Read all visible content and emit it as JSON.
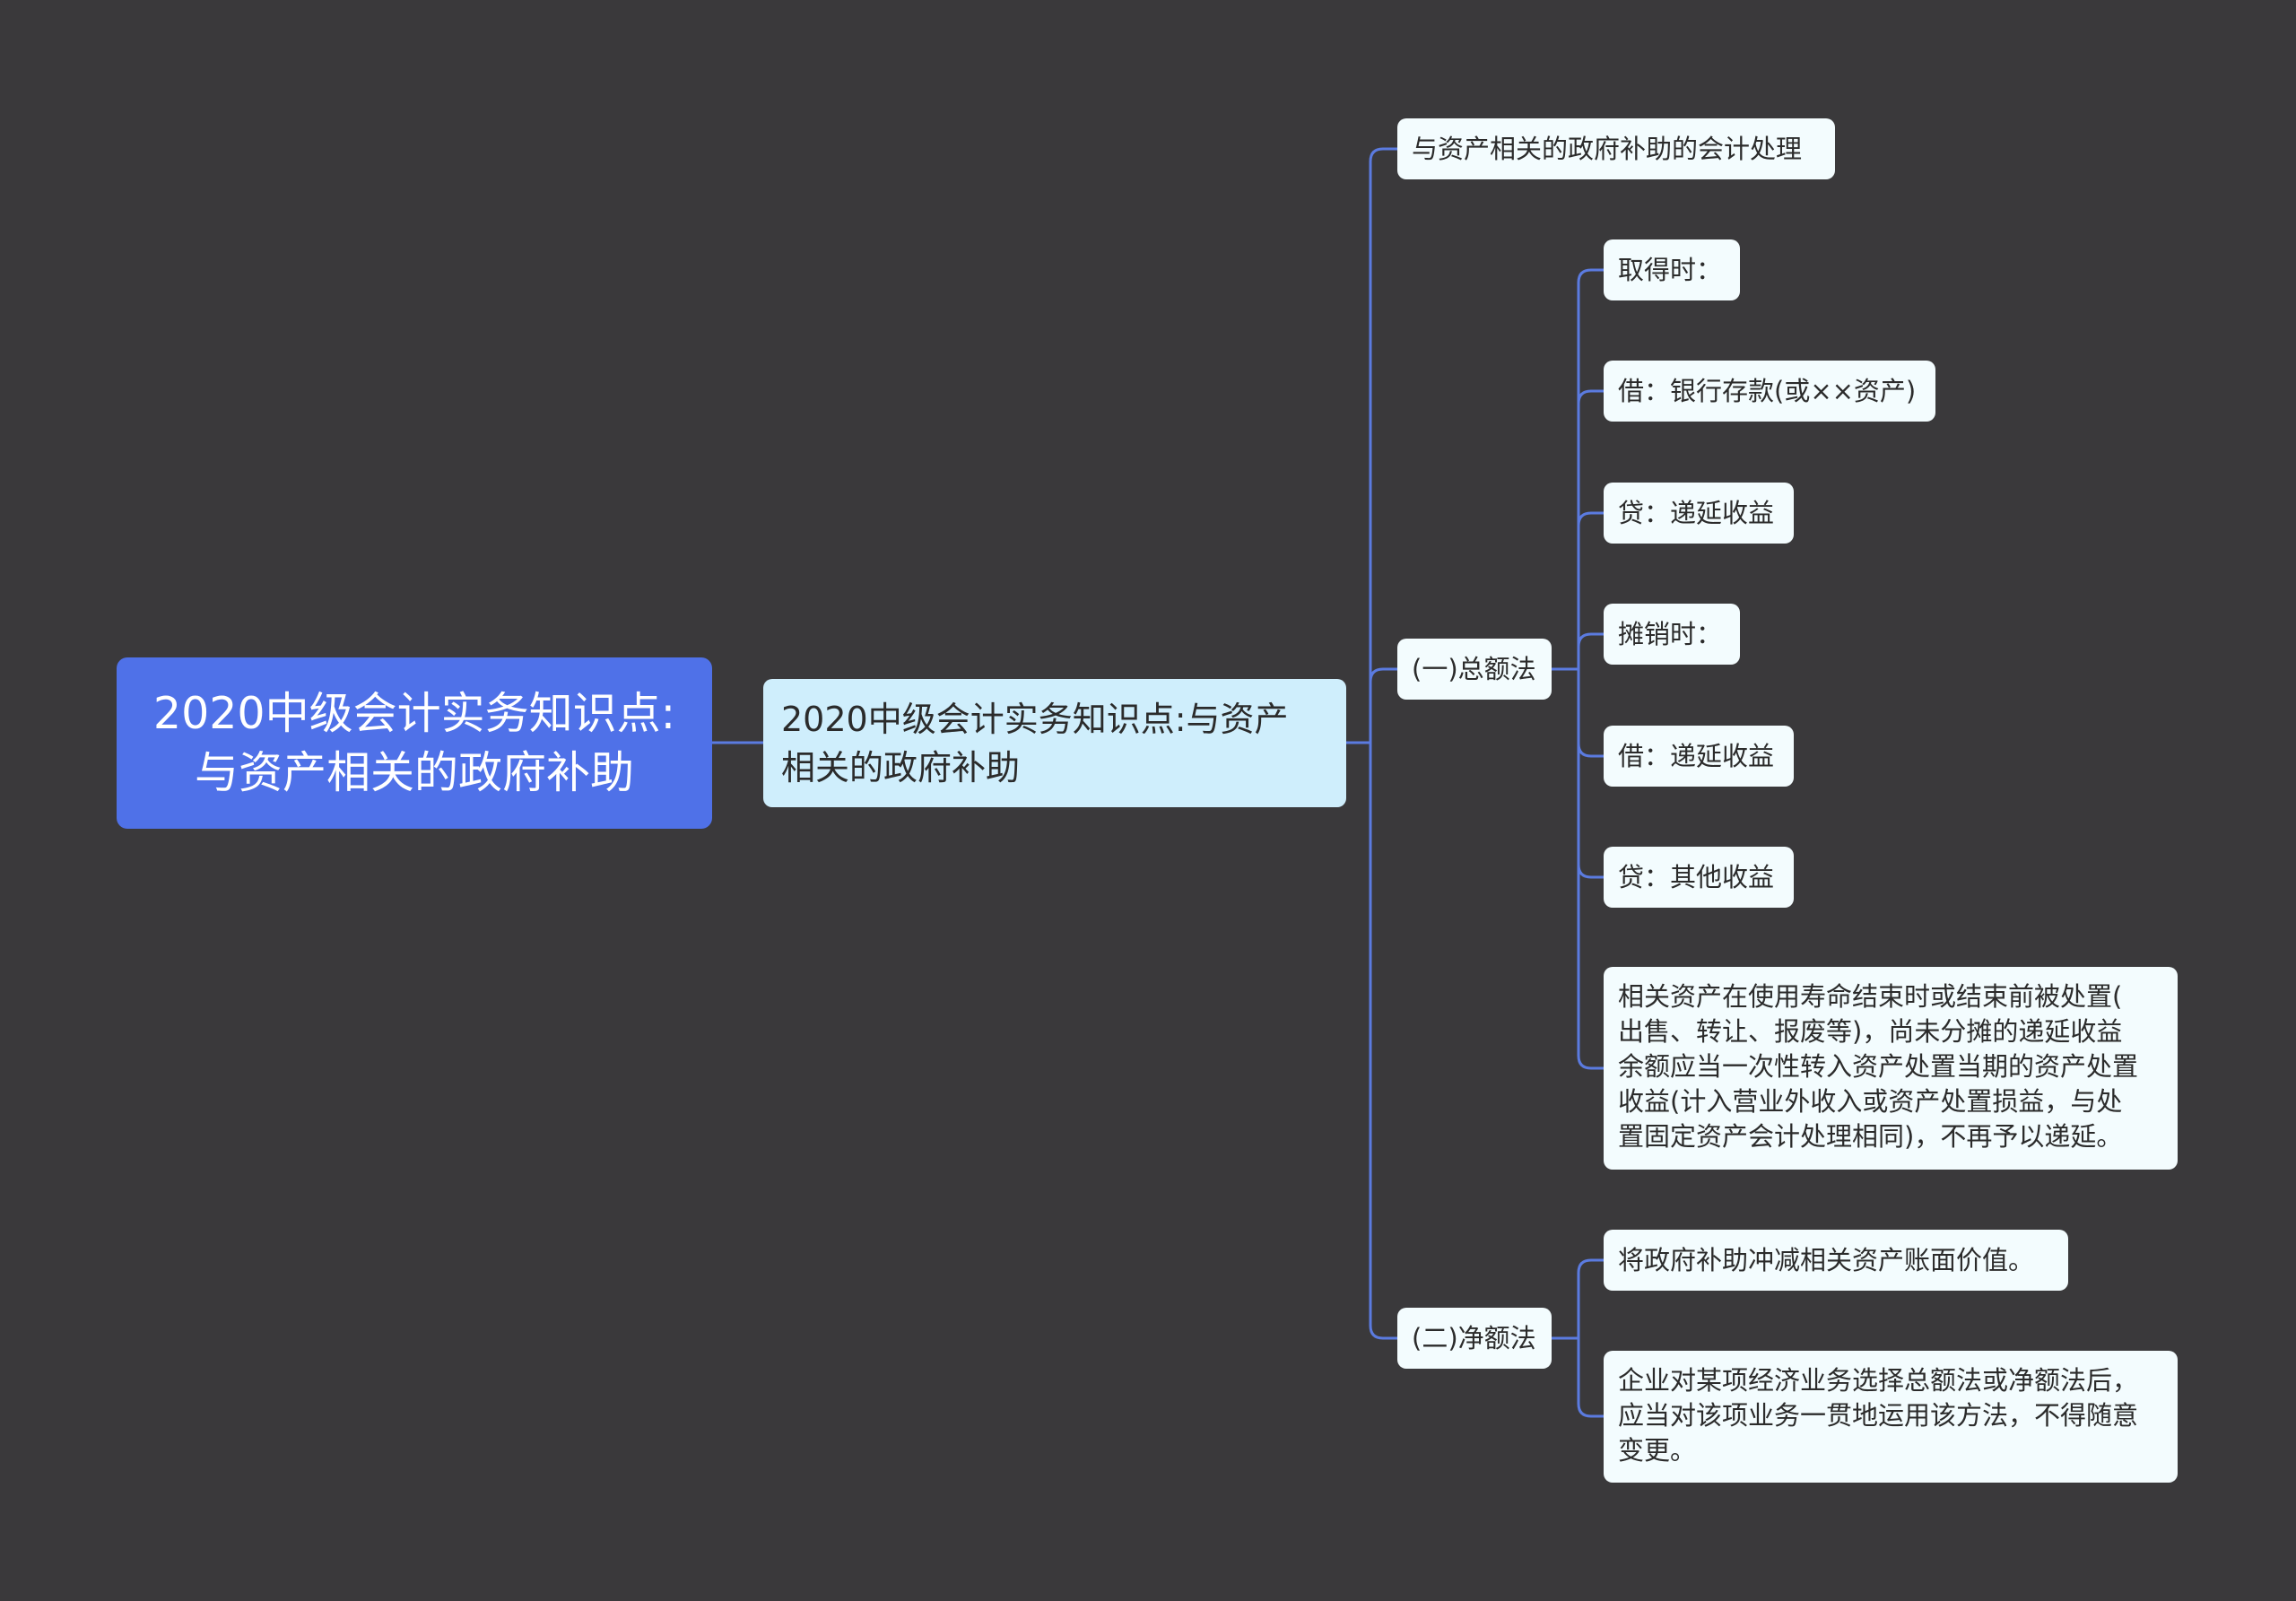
{
  "diagram": {
    "root": {
      "label": "2020中级会计实务知识点:\n与资产相关的政府补助"
    },
    "topic": {
      "label": "2020中级会计实务知识点:与资产\n相关的政府补助"
    },
    "branches": [
      {
        "label": "与资产相关的政府补助的会计处理",
        "children": []
      },
      {
        "label": "(一)总额法",
        "children": [
          "取得时：",
          "借：银行存款(或××资产)",
          "贷：递延收益",
          "摊销时：",
          "借：递延收益",
          "贷：其他收益",
          "相关资产在使用寿命结束时或结束前被处置(\n出售、转让、报废等)，尚未分摊的递延收益\n余额应当一次性转入资产处置当期的资产处置\n收益(计入营业外收入或资产处置损益，与处\n置固定资产会计处理相同)，不再予以递延。"
        ]
      },
      {
        "label": "(二)净额法",
        "children": [
          "将政府补助冲减相关资产账面价值。",
          "企业对某项经济业务选择总额法或净额法后，\n应当对该项业务一贯地运用该方法，不得随意\n变更。"
        ]
      }
    ]
  },
  "colors": {
    "background": "#3a393b",
    "connector": "#5b7be0",
    "root_fill": "#4f71e8",
    "topic_fill": "#cfeefc",
    "leaf_fill": "#f3fcfe"
  }
}
